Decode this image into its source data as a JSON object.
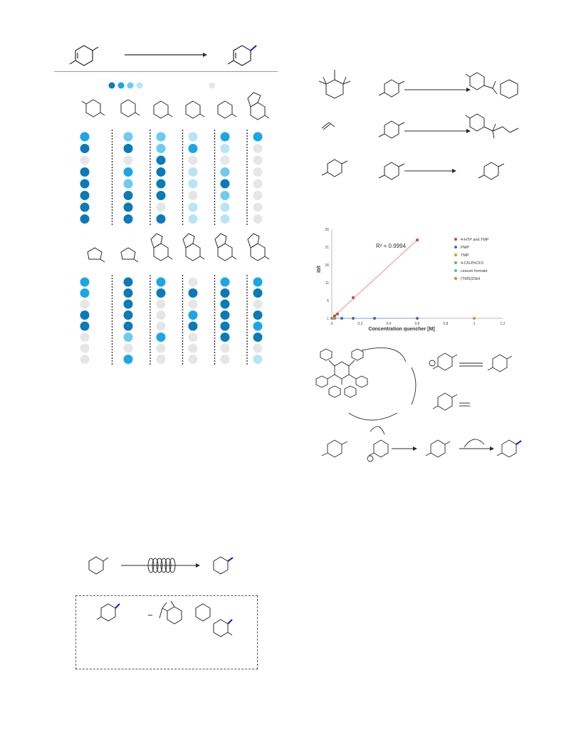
{
  "colors": {
    "dark": "#0a7ab8",
    "mid": "#1aa6e8",
    "light": "#6ccbf0",
    "pale": "#b7e5f7",
    "none": "#e6e6e6",
    "bond": "#2a2a2a",
    "new_bond": "#1a1acc",
    "fit_line": "#f2a19a"
  },
  "screen": {
    "legend_levels": [
      "dark",
      "mid",
      "light",
      "pale",
      "none"
    ],
    "panel_a": [
      [
        "mid",
        "dark",
        "none",
        "dark",
        "dark",
        "dark",
        "dark",
        "dark"
      ],
      [
        "light",
        "dark",
        "none",
        "mid",
        "light",
        "dark",
        "dark",
        "dark"
      ],
      [
        "light",
        "light",
        "dark",
        "dark",
        "dark",
        "dark",
        "none",
        "dark"
      ],
      [
        "pale",
        "mid",
        "none",
        "pale",
        "pale",
        "none",
        "pale",
        "pale"
      ],
      [
        "mid",
        "pale",
        "none",
        "light",
        "dark",
        "light",
        "pale",
        "pale"
      ],
      [
        "mid",
        "none",
        "none",
        "none",
        "none",
        "none",
        "none",
        "none"
      ]
    ],
    "panel_b": [
      [
        "mid",
        "mid",
        "none",
        "dark",
        "dark",
        "none",
        "none",
        "none"
      ],
      [
        "dark",
        "dark",
        "dark",
        "dark",
        "dark",
        "light",
        "none",
        "mid"
      ],
      [
        "mid",
        "dark",
        "none",
        "none",
        "none",
        "mid",
        "none",
        "none"
      ],
      [
        "none",
        "dark",
        "none",
        "mid",
        "dark",
        "none",
        "none",
        "none"
      ],
      [
        "mid",
        "dark",
        "dark",
        "dark",
        "dark",
        "dark",
        "none",
        "none"
      ],
      [
        "mid",
        "dark",
        "none",
        "dark",
        "mid",
        "dark",
        "none",
        "pale"
      ]
    ]
  },
  "chart_data": {
    "type": "scatter",
    "title": "",
    "xlabel": "Concentration quencher [M]",
    "ylabel": "I0/I",
    "xlim": [
      0,
      1.2
    ],
    "ylim": [
      1,
      26
    ],
    "x_ticks": [
      "0",
      "0.2",
      "0.4",
      "0.6",
      "0.8",
      "1",
      "1.2"
    ],
    "y_ticks": [
      "1",
      "6",
      "11",
      "16",
      "21",
      "26"
    ],
    "annotation": "R² = 0.9994",
    "legend_position": "right",
    "series": [
      {
        "name": "4-HTP and TMP",
        "color": "#e03c31",
        "x": [
          0,
          0.02,
          0.04,
          0.15,
          0.6
        ],
        "y": [
          1,
          1.7,
          2.2,
          6.8,
          23
        ]
      },
      {
        "name": "PMP",
        "color": "#3a6fb0",
        "x": [
          0,
          0.02,
          0.07,
          0.15,
          0.3,
          0.6
        ],
        "y": [
          1,
          1,
          1,
          1,
          1,
          1
        ]
      },
      {
        "name": "TMP",
        "color": "#ef8a2e",
        "x": [
          0,
          1.0
        ],
        "y": [
          1,
          1
        ]
      },
      {
        "name": "4-CN-PhCF3",
        "color": "#6ab04c",
        "x": [
          0
        ],
        "y": [
          1
        ]
      },
      {
        "name": "cesium formate",
        "color": "#4fb3c8",
        "x": [
          0.01
        ],
        "y": [
          1
        ]
      },
      {
        "name": "(TMS)3SiH",
        "color": "#d9822b",
        "x": [
          0.02
        ],
        "y": [
          1
        ]
      }
    ],
    "fit_line": {
      "x": [
        0,
        0.6
      ],
      "y": [
        1,
        23
      ]
    }
  }
}
